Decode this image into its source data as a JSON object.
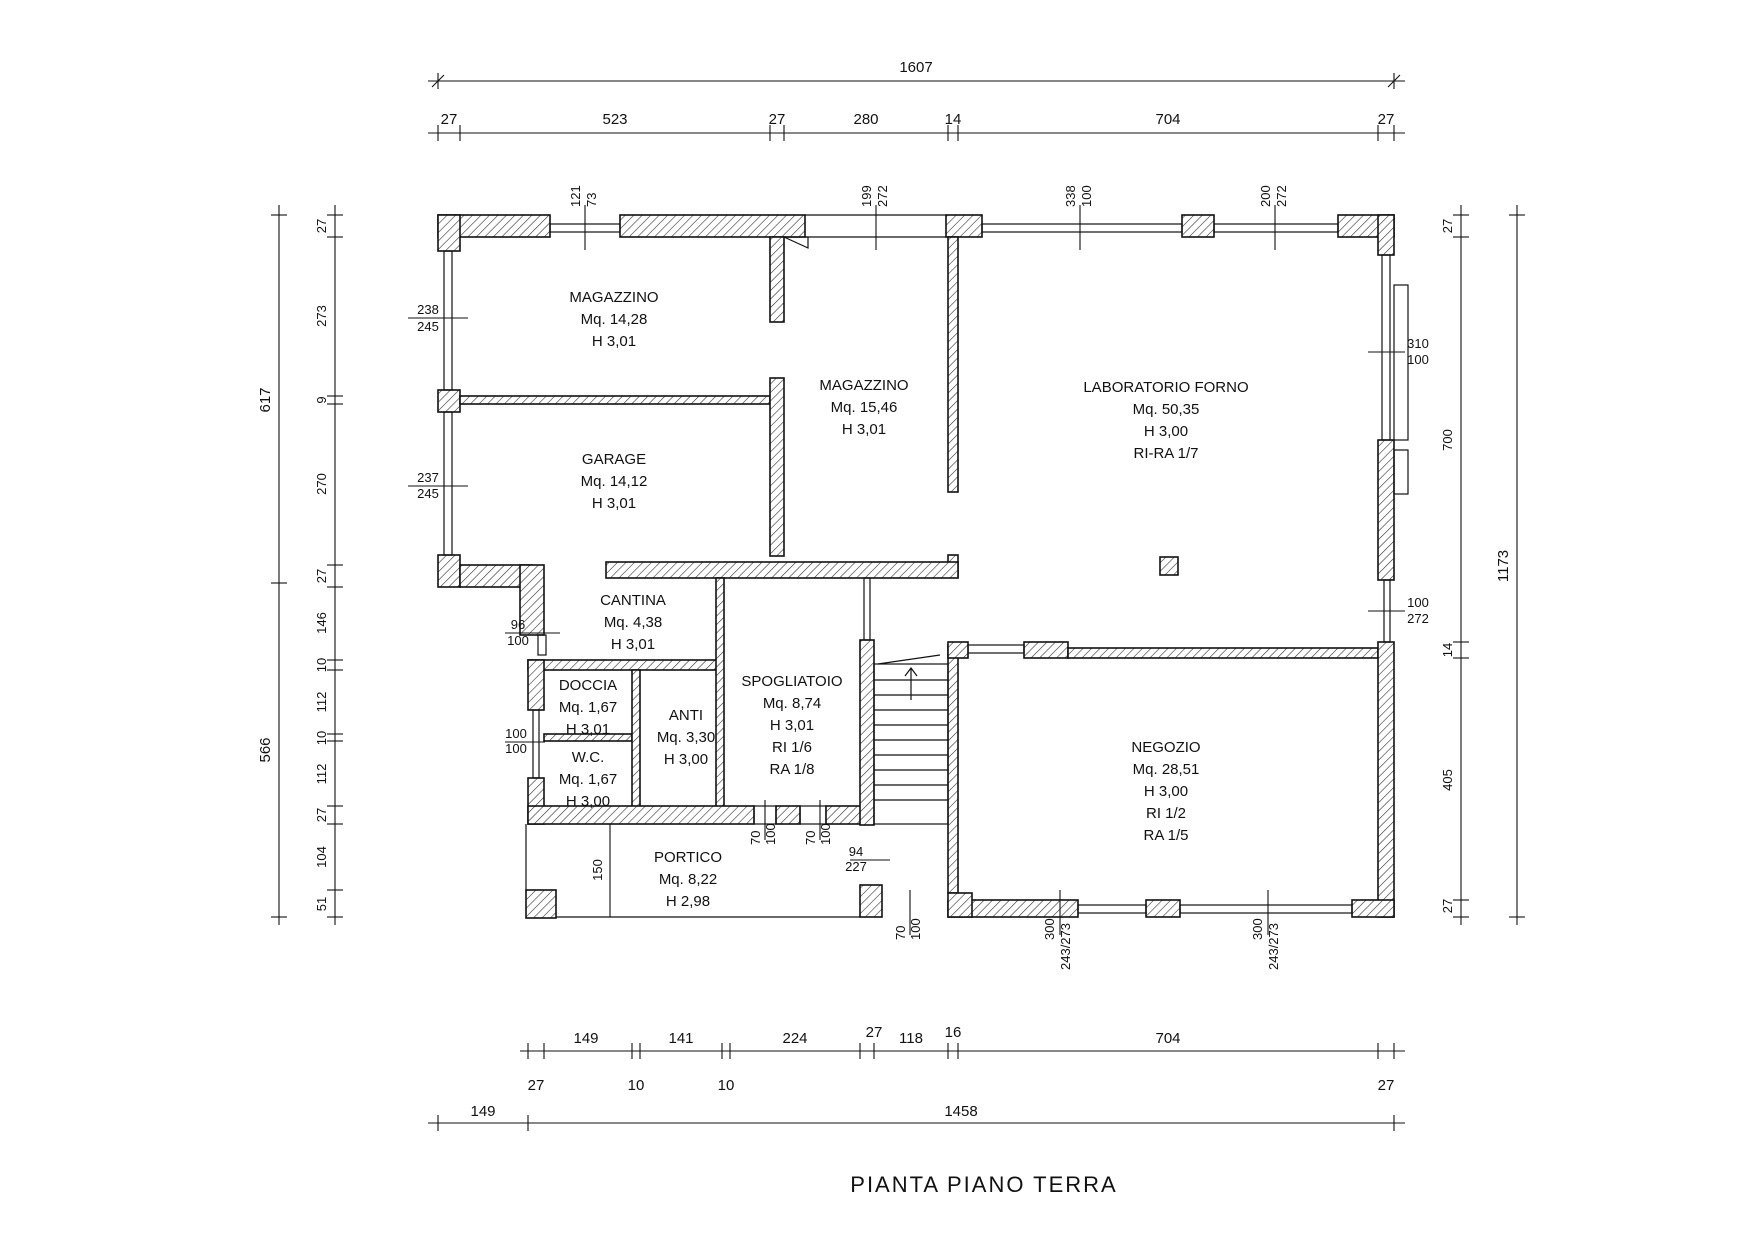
{
  "title": "PIANTA PIANO TERRA",
  "colors": {
    "ink": "#111111",
    "background": "#ffffff"
  },
  "dimensions": {
    "top_total": "1607",
    "top": [
      "27",
      "523",
      "27",
      "280",
      "14",
      "704",
      "27"
    ],
    "bottom": [
      "149",
      "141",
      "224",
      "27",
      "118",
      "16",
      "704"
    ],
    "bottom_under": [
      "27",
      "10",
      "10",
      "27"
    ],
    "bottom_total": [
      "149",
      "1458"
    ],
    "left_total": [
      "617",
      "566"
    ],
    "left": [
      "27",
      "273",
      "9",
      "270",
      "27",
      "146",
      "10",
      "112",
      "10",
      "112",
      "27",
      "104",
      "51"
    ],
    "right": [
      "27",
      "700",
      "14",
      "405",
      "27"
    ],
    "right_total": "1173",
    "porch_depth": "150"
  },
  "openings": [
    {
      "top": "121",
      "bottom": "73"
    },
    {
      "top": "199",
      "bottom": "272"
    },
    {
      "top": "338",
      "bottom": "100"
    },
    {
      "top": "200",
      "bottom": "272"
    },
    {
      "top": "238",
      "bottom": "245"
    },
    {
      "top": "237",
      "bottom": "245"
    },
    {
      "top": "310",
      "bottom": "100"
    },
    {
      "top": "100",
      "bottom": "272"
    },
    {
      "top": "96",
      "bottom": "100"
    },
    {
      "top": "100",
      "bottom": "100"
    },
    {
      "top": "70",
      "bottom": "100"
    },
    {
      "top": "70",
      "bottom": "100"
    },
    {
      "top": "94",
      "bottom": "227"
    },
    {
      "top": "70",
      "bottom": "100"
    },
    {
      "top": "300",
      "bottom": "243/273"
    },
    {
      "top": "300",
      "bottom": "243/273"
    }
  ],
  "rooms": [
    {
      "name": "MAGAZZINO",
      "area": "Mq. 14,28",
      "height": "H 3,01"
    },
    {
      "name": "MAGAZZINO",
      "area": "Mq. 15,46",
      "height": "H 3,01"
    },
    {
      "name": "LABORATORIO FORNO",
      "area": "Mq. 50,35",
      "height": "H 3,00",
      "extra": "RI-RA 1/7"
    },
    {
      "name": "GARAGE",
      "area": "Mq. 14,12",
      "height": "H 3,01"
    },
    {
      "name": "CANTINA",
      "area": "Mq. 4,38",
      "height": "H 3,01"
    },
    {
      "name": "DOCCIA",
      "area": "Mq. 1,67",
      "height": "H 3,01"
    },
    {
      "name": "W.C.",
      "area": "Mq. 1,67",
      "height": "H 3,00"
    },
    {
      "name": "ANTI",
      "area": "Mq. 3,30",
      "height": "H 3,00"
    },
    {
      "name": "SPOGLIATOIO",
      "area": "Mq. 8,74",
      "height": "H 3,01",
      "ri": "RI 1/6",
      "ra": "RA 1/8"
    },
    {
      "name": "NEGOZIO",
      "area": "Mq. 28,51",
      "height": "H 3,00",
      "ri": "RI 1/2",
      "ra": "RA 1/5"
    },
    {
      "name": "PORTICO",
      "area": "Mq. 8,22",
      "height": "H 2,98"
    }
  ]
}
